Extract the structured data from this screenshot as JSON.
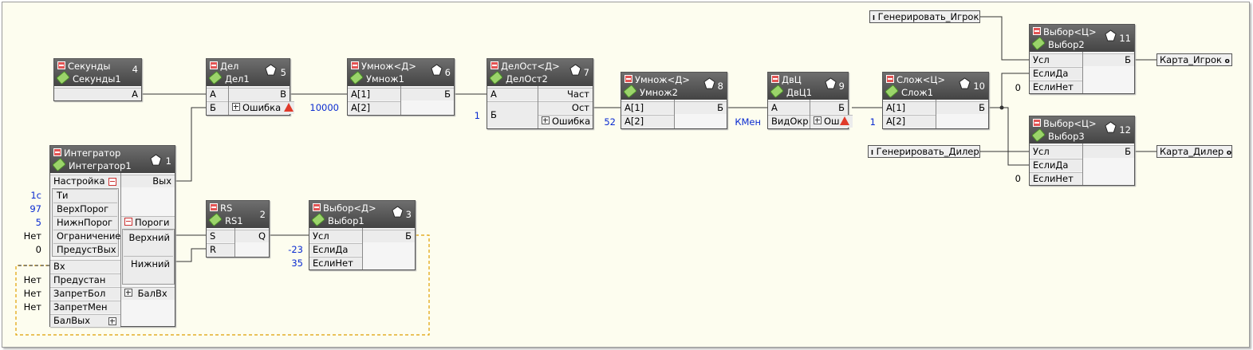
{
  "blocks": {
    "b4": {
      "type": "Секунды",
      "name": "Секунды1",
      "num": "4",
      "out": "А"
    },
    "b5": {
      "type": "Дел",
      "name": "Дел1",
      "num": "5",
      "in1": "А",
      "in2": "Б",
      "out1": "В",
      "out2": "Ошибка"
    },
    "b6": {
      "type": "Умнож<Д>",
      "name": "Умнож1",
      "num": "6",
      "in1": "А[1]",
      "in2": "А[2]",
      "out": "Б"
    },
    "b7": {
      "type": "ДелОст<Д>",
      "name": "ДелОст2",
      "num": "7",
      "in1": "А",
      "in2": "Б",
      "out1": "Част",
      "out2": "Ост",
      "out3": "Ошибка"
    },
    "b8": {
      "type": "Умнож<Д>",
      "name": "Умнож2",
      "num": "8",
      "in1": "А[1]",
      "in2": "А[2]",
      "out": "Б"
    },
    "b9": {
      "type": "ДвЦ",
      "name": "ДвЦ1",
      "num": "9",
      "in1": "А",
      "in2": "ВидОкр",
      "out1": "Б",
      "out2": "Ош"
    },
    "b10": {
      "type": "Слож<Ц>",
      "name": "Слож1",
      "num": "10",
      "in1": "А[1]",
      "in2": "А[2]",
      "out": "Б"
    },
    "b11": {
      "type": "Выбор<Ц>",
      "name": "Выбор2",
      "num": "11",
      "in1": "Усл",
      "in2": "ЕслиДа",
      "in3": "ЕслиНет",
      "out": "Б"
    },
    "b12": {
      "type": "Выбор<Ц>",
      "name": "Выбор3",
      "num": "12",
      "in1": "Усл",
      "in2": "ЕслиДа",
      "in3": "ЕслиНет",
      "out": "Б"
    },
    "b1": {
      "type": "Интегратор",
      "name": "Интегратор1",
      "num": "1",
      "settings": "Настройка",
      "s1": "Ти",
      "s2": "ВерхПорог",
      "s3": "НижнПорог",
      "s4": "Ограничение",
      "s5": "ПредустВых",
      "in1": "Вх",
      "in2": "Предустан",
      "in3": "ЗапретБол",
      "in4": "ЗапретМен",
      "in5": "БалВых",
      "out1": "Вых",
      "thr": "Пороги",
      "thr1": "Верхний",
      "thr2": "Нижний",
      "out2": "БалВх"
    },
    "b2": {
      "type": "RS",
      "name": "RS1",
      "num": "2",
      "in1": "S",
      "in2": "R",
      "out": "Q"
    },
    "b3": {
      "type": "Выбор<Д>",
      "name": "Выбор1",
      "num": "3",
      "in1": "Усл",
      "in2": "ЕслиДа",
      "in3": "ЕслиНет",
      "out": "Б"
    }
  },
  "constants": {
    "c10000": "10000",
    "c1a": "1",
    "c52": "52",
    "ckmen": "КМен",
    "c1b": "1",
    "c0a": "0",
    "c0b": "0",
    "c1c": "1с",
    "c97": "97",
    "c5": "5",
    "cnet1": "Нет",
    "c0c": "0",
    "cnet2": "Нет",
    "cnet3": "Нет",
    "cnet4": "Нет",
    "cm23": "-23",
    "c35": "35"
  },
  "externals": {
    "gen_player": "Генерировать_Игрок",
    "gen_dealer": "Генерировать_Дилер",
    "card_player": "Карта_Игрок",
    "card_dealer": "Карта_Дилер"
  },
  "colors": {
    "constant": "#0a2bd0",
    "header": "#555555",
    "canvas": "#fdfdef",
    "feedback_wire": "#e0a000"
  }
}
